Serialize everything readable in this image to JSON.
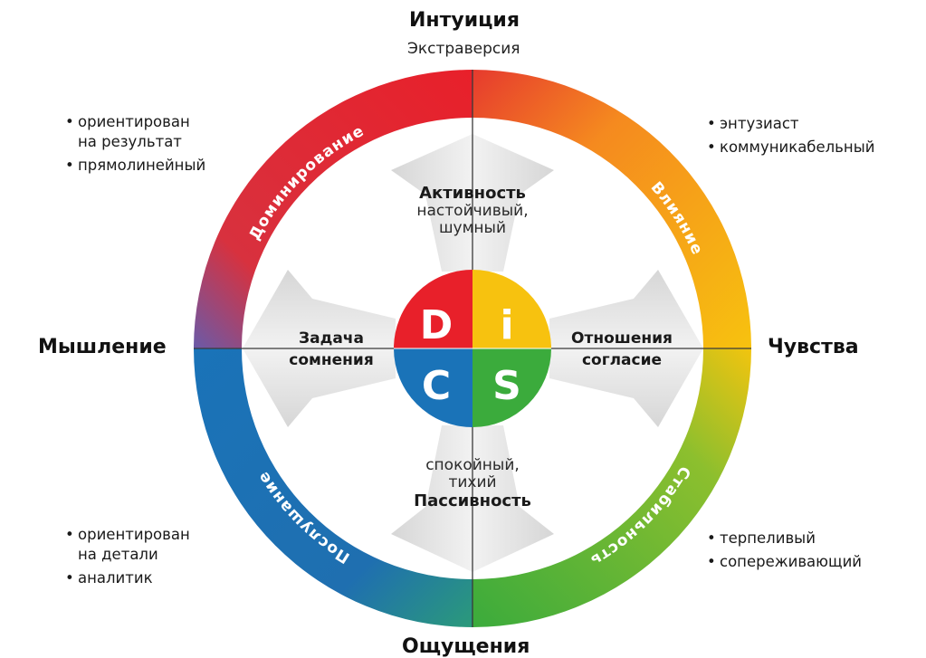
{
  "axes": {
    "top": {
      "title": "Интуиция",
      "subtitle": "Экстраверсия"
    },
    "bottom": {
      "title": "Ощущения"
    },
    "left": {
      "title": "Мышление"
    },
    "right": {
      "title": "Чувства"
    }
  },
  "quadrants": [
    {
      "letter": "D",
      "name": "Доминирование",
      "color": "#e8202a",
      "traits": [
        "ориентирован на результат",
        "прямолинейный"
      ]
    },
    {
      "letter": "i",
      "name": "Влияние",
      "color": "#f7b80f",
      "traits": [
        "энтузиаст",
        "коммуникабельный"
      ]
    },
    {
      "letter": "C",
      "name": "Послушание",
      "color": "#1a73b8",
      "traits": [
        "ориентирован на детали",
        "аналитик"
      ]
    },
    {
      "letter": "S",
      "name": "Стабильность",
      "color": "#3bab3c",
      "traits": [
        "терпеливый",
        "сопереживающий"
      ]
    }
  ],
  "traits_display": {
    "d": {
      "t1a": "ориентирован",
      "t1b": "на результат",
      "t2": "прямолинейный"
    },
    "i": {
      "t1": "энтузиаст",
      "t2": "коммуникабельный"
    },
    "c": {
      "t1a": "ориентирован",
      "t1b": "на детали",
      "t2": "аналитик"
    },
    "s": {
      "t1": "терпеливый",
      "t2": "сопереживающий"
    }
  },
  "arrows": {
    "up": {
      "title": "Активность",
      "line1": "настойчивый,",
      "line2": "шумный"
    },
    "down": {
      "line1": "спокойный,",
      "line2": "тихий",
      "title": "Пассивность"
    },
    "left": {
      "line1": "Задача",
      "line2": "сомнения"
    },
    "right": {
      "line1": "Отношения",
      "line2": "согласие"
    }
  },
  "colors": {
    "red": "#e8202a",
    "yellow": "#f7b80f",
    "blue": "#1a73b8",
    "green": "#3bab3c",
    "arrow_gray": "#e4e4e4",
    "axis_line": "#333333"
  }
}
